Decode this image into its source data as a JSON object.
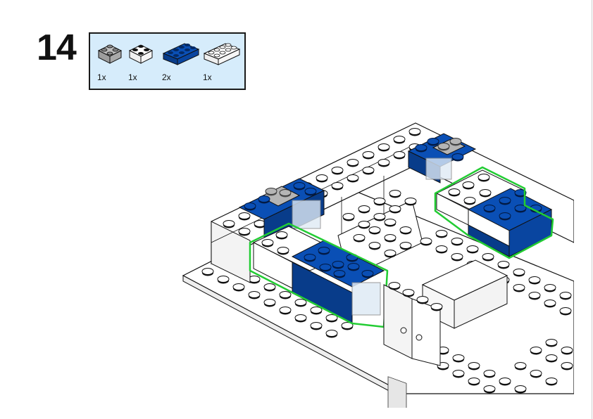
{
  "step": {
    "number": "14"
  },
  "parts_list": [
    {
      "qty": "1x",
      "icon": "brick-2x2-light-gray-icon",
      "color": "#bdbdbd"
    },
    {
      "qty": "1x",
      "icon": "brick-2x2-white-icon",
      "color": "#ffffff"
    },
    {
      "qty": "2x",
      "icon": "brick-2x4-blue-icon",
      "color": "#0a4fb5"
    },
    {
      "qty": "1x",
      "icon": "brick-2x4-white-icon",
      "color": "#ffffff"
    }
  ],
  "model": {
    "icon": "model-assembly-illustration",
    "highlight_color": "#22cc33",
    "brick_colors": {
      "white": "#ffffff",
      "blue": "#0a4fb5",
      "gray": "#b5b5b5",
      "trans_clear": "#dfeaf5"
    }
  },
  "colors": {
    "callout_bg": "#d6ecfb",
    "outline": "#111111"
  }
}
